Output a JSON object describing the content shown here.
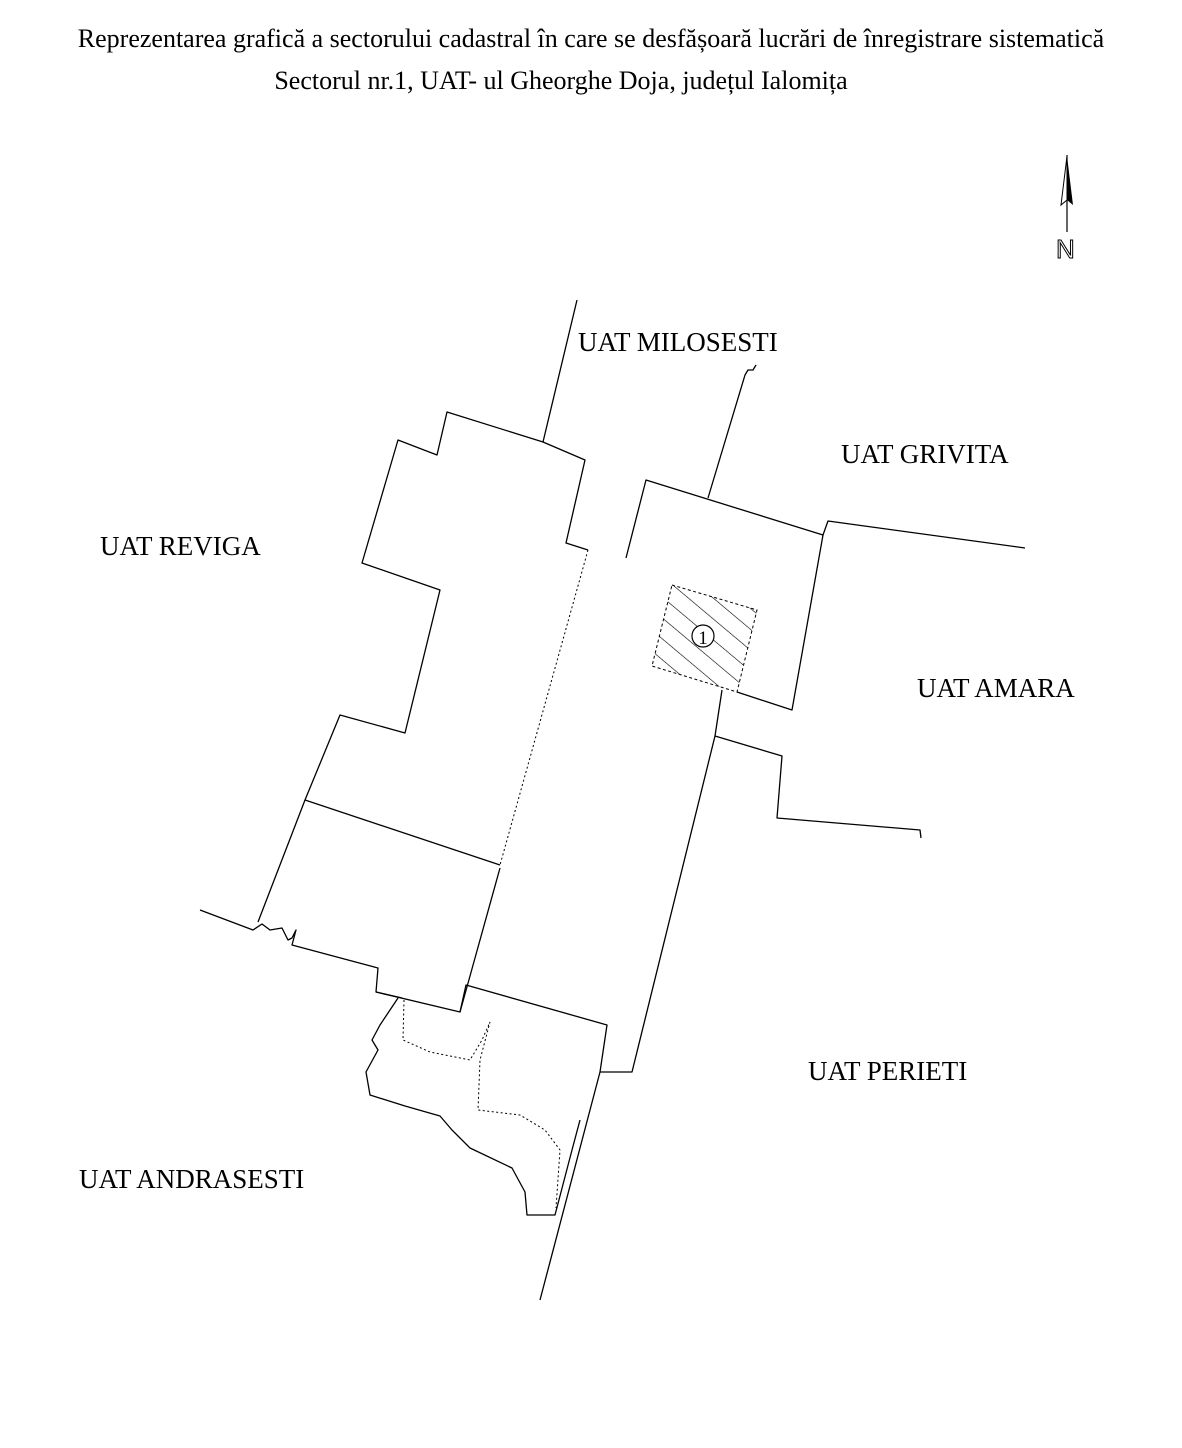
{
  "title": {
    "line1": "Reprezentarea grafică a sectorului cadastral în care se desfășoară lucrări de înregistrare sistematică",
    "line2": "Sectorul  nr.1, UAT- ul Gheorghe Doja, județul Ialomița"
  },
  "north_arrow": {
    "letter": "N",
    "icon": "north-arrow-icon"
  },
  "sector": {
    "number": "1",
    "fill": "diagonal-hatch"
  },
  "neighbors": {
    "milosesti": "UAT MILOSESTI",
    "grivita": "UAT GRIVITA",
    "reviga": "UAT REVIGA",
    "amara": "UAT AMARA",
    "perieti": "UAT PERIETI",
    "andrasesti": "UAT ANDRASESTI"
  },
  "colors": {
    "ink": "#000000",
    "background": "#ffffff"
  }
}
